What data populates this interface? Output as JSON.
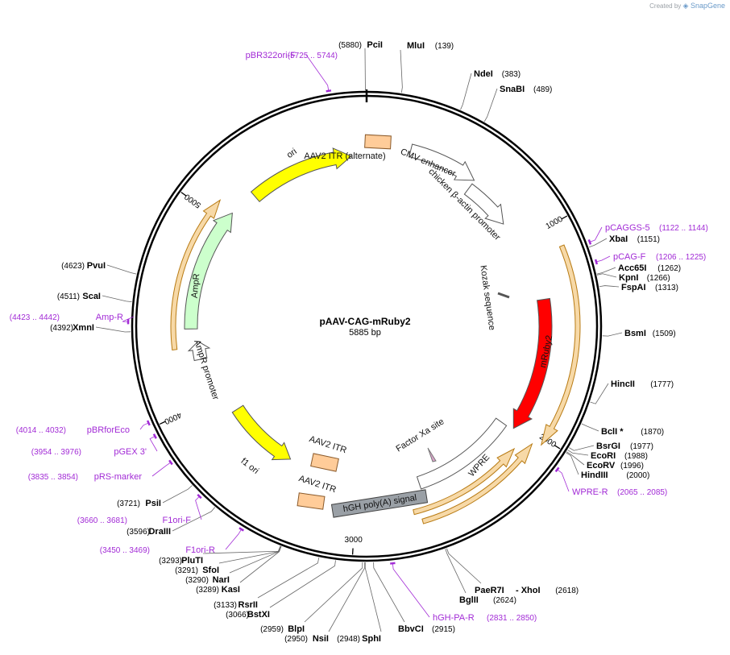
{
  "credit": {
    "prefix": "Created by",
    "brand": "SnapGene"
  },
  "plasmid": {
    "name": "pAAV-CAG-mRuby2",
    "size_label": "5885 bp",
    "length": 5885
  },
  "colors": {
    "ori": "#ffff00",
    "ampr": "#ccffcc",
    "itr": "#ffcc99",
    "mruby2": "#ff0000",
    "orf": "#e8a33a",
    "polya": "#9aa0a6",
    "primer": "#a22bd6"
  },
  "ticks": [
    {
      "pos": 1000,
      "label": "1000"
    },
    {
      "pos": 2000,
      "label": "2000"
    },
    {
      "pos": 3000,
      "label": "3000"
    },
    {
      "pos": 4000,
      "label": "4000"
    },
    {
      "pos": 5000,
      "label": "5000"
    }
  ],
  "features": [
    {
      "id": "ori",
      "label": "ori",
      "start": 5220,
      "end": 5800,
      "dir": 1,
      "color": "#ffff00"
    },
    {
      "id": "aav2-itr-alt",
      "label": "AAV2 ITR (alternate)",
      "start": 5885,
      "end": 128,
      "dir": 0,
      "color": "#ffcc99"
    },
    {
      "id": "cmv-enhancer",
      "label": "CMV enhancer",
      "start": 230,
      "end": 595,
      "dir": 1,
      "color": "#ffffff"
    },
    {
      "id": "chicken-actin-promoter",
      "label": "chicken β-actin promoter",
      "start": 597,
      "end": 870,
      "dir": 1,
      "color": "#ffffff"
    },
    {
      "id": "kozak",
      "label": "Kozak sequence",
      "start": 1315,
      "end": 1325,
      "dir": 0,
      "color": "#ffffff"
    },
    {
      "id": "mruby2",
      "label": "mRuby2",
      "start": 1330,
      "end": 2040,
      "dir": 1,
      "color": "#ff0000"
    },
    {
      "id": "factor-xa",
      "label": "Factor Xa site",
      "start": 2028,
      "end": 2040,
      "dir": 0,
      "color": "#ffffff"
    },
    {
      "id": "wpre",
      "label": "WPRE",
      "start": 2050,
      "end": 2640,
      "dir": 0,
      "color": "#ffffff"
    },
    {
      "id": "hgh-polya",
      "label": "hGH poly(A) signal",
      "start": 2680,
      "end": 3160,
      "dir": 0,
      "color": "#9aa0a6"
    },
    {
      "id": "aav2-itr-1",
      "label": "AAV2 ITR",
      "start": 3190,
      "end": 3330,
      "dir": 0,
      "color": "#ffcc99"
    },
    {
      "id": "aav2-itr-2",
      "label": "AAV2 ITR",
      "start": 3325,
      "end": 3430,
      "dir": 0,
      "color": "#ffcc99"
    },
    {
      "id": "f1-ori",
      "label": "f1 ori",
      "start": 3430,
      "end": 3880,
      "dir": -1,
      "color": "#ffff00"
    },
    {
      "id": "ampr-promoter",
      "label": "AmpR promoter",
      "start": 4230,
      "end": 4330,
      "dir": 1,
      "color": "#ffffff"
    },
    {
      "id": "ampr",
      "label": "AmpR",
      "start": 4400,
      "end": 5070,
      "dir": 1,
      "color": "#ccffcc"
    }
  ],
  "orfs": [
    {
      "start": 1105,
      "end": 2030,
      "dir": 1
    },
    {
      "start": 2050,
      "end": 2680,
      "dir": -1
    },
    {
      "start": 2120,
      "end": 2710,
      "dir": -1
    },
    {
      "start": 4300,
      "end": 5080,
      "dir": 1
    }
  ],
  "sites": [
    {
      "name": "PciI",
      "pos": "(5880)",
      "at": 5880
    },
    {
      "name": "MluI",
      "pos": "(139)",
      "at": 139
    },
    {
      "name": "NdeI",
      "pos": "(383)",
      "at": 383
    },
    {
      "name": "SnaBI",
      "pos": "(489)",
      "at": 489
    },
    {
      "name": "XbaI",
      "pos": "(1151)",
      "at": 1151
    },
    {
      "name": "Acc65I",
      "pos": "(1262)",
      "at": 1262
    },
    {
      "name": "KpnI",
      "pos": "(1266)",
      "at": 1266
    },
    {
      "name": "FspAI",
      "pos": "(1313)",
      "at": 1313
    },
    {
      "name": "BsmI",
      "pos": "(1509)",
      "at": 1509
    },
    {
      "name": "HincII",
      "pos": "(1777)",
      "at": 1777
    },
    {
      "name": "BclI *",
      "pos": "(1870)",
      "at": 1870
    },
    {
      "name": "BsrGI",
      "pos": "(1977)",
      "at": 1977
    },
    {
      "name": "EcoRI",
      "pos": "(1988)",
      "at": 1988
    },
    {
      "name": "EcoRV",
      "pos": "(1996)",
      "at": 1996
    },
    {
      "name": "HindIII",
      "pos": "(2000)",
      "at": 2000
    },
    {
      "name": "PaeR7I",
      "pos": "",
      "at": 2618
    },
    {
      "name": "- XhoI",
      "pos": "(2618)",
      "at": 2618
    },
    {
      "name": "BglII",
      "pos": "(2624)",
      "at": 2624
    },
    {
      "name": "BbvCI",
      "pos": "(2915)",
      "at": 2915
    },
    {
      "name": "SphI",
      "pos": "(2948)",
      "at": 2948
    },
    {
      "name": "NsiI",
      "pos": "(2950)",
      "at": 2950
    },
    {
      "name": "BlpI",
      "pos": "(2959)",
      "at": 2959
    },
    {
      "name": "BstXI",
      "pos": "(3066)",
      "at": 3066
    },
    {
      "name": "RsrII",
      "pos": "(3133)",
      "at": 3133
    },
    {
      "name": "KasI",
      "pos": "(3289)",
      "at": 3289
    },
    {
      "name": "NarI",
      "pos": "(3290)",
      "at": 3290
    },
    {
      "name": "SfoI",
      "pos": "(3291)",
      "at": 3291
    },
    {
      "name": "PluTI",
      "pos": "(3293)",
      "at": 3293
    },
    {
      "name": "DraIII",
      "pos": "(3596)",
      "at": 3596
    },
    {
      "name": "PsiI",
      "pos": "(3721)",
      "at": 3721
    },
    {
      "name": "XmnI",
      "pos": "(4392)",
      "at": 4392
    },
    {
      "name": "ScaI",
      "pos": "(4511)",
      "at": 4511
    },
    {
      "name": "PvuI",
      "pos": "(4623)",
      "at": 4623
    }
  ],
  "primers": [
    {
      "name": "pBR322ori-F",
      "pos": "(5725 .. 5744)",
      "at": 5735
    },
    {
      "name": "pCAGGS-5",
      "pos": "(1122 .. 1144)",
      "at": 1133
    },
    {
      "name": "pCAG-F",
      "pos": "(1206 .. 1225)",
      "at": 1215
    },
    {
      "name": "WPRE-R",
      "pos": "(2065 .. 2085)",
      "at": 2075
    },
    {
      "name": "hGH-PA-R",
      "pos": "(2831 .. 2850)",
      "at": 2840
    },
    {
      "name": "F1ori-R",
      "pos": "(3450 .. 3469)",
      "at": 3460
    },
    {
      "name": "F1ori-F",
      "pos": "(3660 .. 3681)",
      "at": 3670
    },
    {
      "name": "pRS-marker",
      "pos": "(3835 .. 3854)",
      "at": 3845
    },
    {
      "name": "pGEX 3'",
      "pos": "(3954 .. 3976)",
      "at": 3965
    },
    {
      "name": "pBRforEco",
      "pos": "(4014 .. 4032)",
      "at": 4023
    },
    {
      "name": "Amp-R",
      "pos": "(4423 .. 4442)",
      "at": 4432
    }
  ]
}
